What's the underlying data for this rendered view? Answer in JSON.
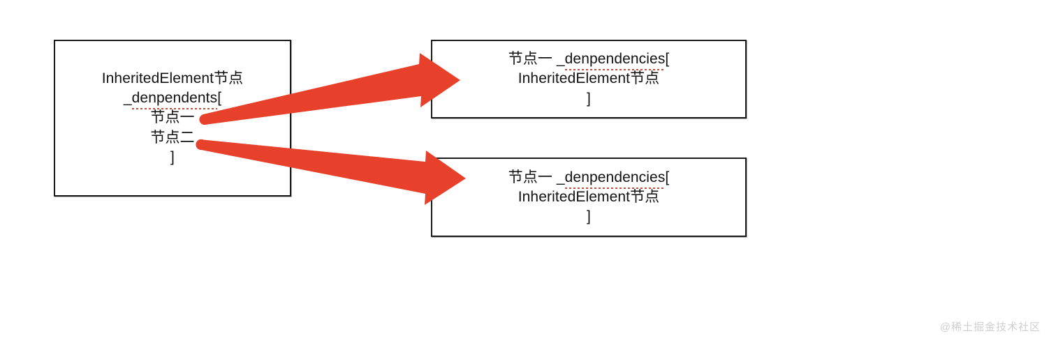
{
  "diagram": {
    "title": "InheritedElement dependents / dependencies relationship",
    "background_color": "#ffffff",
    "box_border_color": "#1a1a1a",
    "arrow_color": "#e8412b",
    "squiggle_color": "#e0402c",
    "text_color": "#111111",
    "boxes": [
      {
        "id": "dependents",
        "lines": [
          "InheritedElement节点",
          "_denpendents[",
          "节点一",
          "节点二",
          "]"
        ],
        "underscore_prefix": "_",
        "misspelled_word": "denpendents",
        "bracket_open": "[",
        "bracket_close": "]"
      },
      {
        "id": "dependency-1",
        "lines": [
          "节点一 _denpendencies[",
          "InheritedElement节点",
          "]"
        ],
        "line1_prefix": "节点一 ",
        "line1_underscore": "_",
        "misspelled_word": "denpendencies",
        "bracket_open": "[",
        "bracket_close": "]"
      },
      {
        "id": "dependency-2",
        "lines": [
          "节点一 _denpendencies[",
          "InheritedElement节点",
          "]"
        ],
        "line1_prefix": "节点一 ",
        "line1_underscore": "_",
        "misspelled_word": "denpendencies",
        "bracket_open": "[",
        "bracket_close": "]"
      }
    ],
    "arrows": [
      {
        "id": "arrow-node-one",
        "from": "节点一",
        "to": "dependency-1"
      },
      {
        "id": "arrow-node-two",
        "from": "节点二",
        "to": "dependency-2"
      }
    ]
  },
  "watermark": {
    "text": "@稀土掘金技术社区"
  }
}
